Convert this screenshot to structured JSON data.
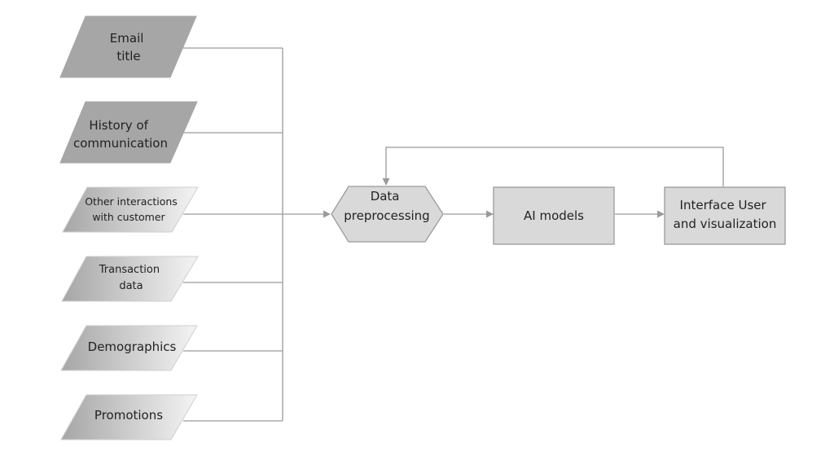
{
  "inputs": [
    {
      "lines": [
        "Email",
        "title"
      ],
      "fill": "dark"
    },
    {
      "lines": [
        "History of",
        "communication"
      ],
      "fill": "dark"
    },
    {
      "lines": [
        "Other interactions",
        "with customer"
      ],
      "fill": "light"
    },
    {
      "lines": [
        "Transaction",
        "data"
      ],
      "fill": "light"
    },
    {
      "lines": [
        "Demographics"
      ],
      "fill": "light"
    },
    {
      "lines": [
        "Promotions"
      ],
      "fill": "light"
    }
  ],
  "process": {
    "preprocessing": [
      "Data",
      "preprocessing"
    ],
    "ai_models": [
      "AI models"
    ],
    "interface": [
      "Interface User",
      "and visualization"
    ]
  },
  "colors": {
    "dark_fill": "#a6a6a6",
    "gradient_light": "#f4f4f4",
    "gradient_dark": "#a6a6a6",
    "box_fill": "#d9d9d9",
    "stroke": "#9a9a9a",
    "connector": "#9a9a9a"
  }
}
